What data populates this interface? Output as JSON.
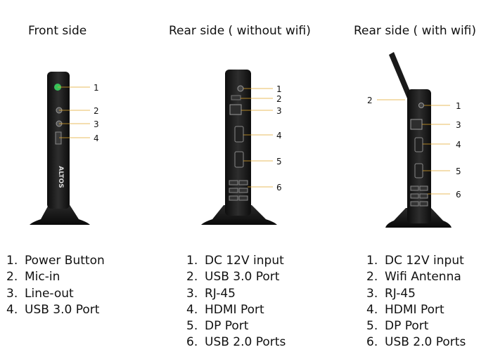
{
  "panels": [
    {
      "title": "Front side",
      "callouts": [
        "1",
        "2",
        "3",
        "4"
      ],
      "legend": [
        {
          "num": "1.",
          "label": "Power Button"
        },
        {
          "num": "2.",
          "label": "Mic-in"
        },
        {
          "num": "3.",
          "label": "Line-out"
        },
        {
          "num": "4.",
          "label": "USB 3.0 Port"
        }
      ]
    },
    {
      "title": "Rear side ( without wifi)",
      "callouts": [
        "1",
        "2",
        "3",
        "4",
        "5",
        "6"
      ],
      "legend": [
        {
          "num": "1.",
          "label": "DC 12V input"
        },
        {
          "num": "2.",
          "label": "USB 3.0 Port"
        },
        {
          "num": "3.",
          "label": "RJ-45"
        },
        {
          "num": "4.",
          "label": "HDMI Port"
        },
        {
          "num": "5.",
          "label": "DP Port"
        },
        {
          "num": "6.",
          "label": "USB 2.0 Ports"
        }
      ]
    },
    {
      "title": "Rear side ( with wifi)",
      "callouts": [
        "2",
        "1",
        "3",
        "4",
        "5",
        "6"
      ],
      "legend": [
        {
          "num": "1.",
          "label": "DC 12V input"
        },
        {
          "num": "2.",
          "label": "Wifi Antenna"
        },
        {
          "num": "3.",
          "label": "RJ-45"
        },
        {
          "num": "4.",
          "label": "HDMI Port"
        },
        {
          "num": "5.",
          "label": "DP Port"
        },
        {
          "num": "6.",
          "label": "USB 2.0 Ports"
        }
      ]
    }
  ],
  "brand_logo": "ALTOS",
  "colors": {
    "device_body": "#1c1c1c",
    "callout_line": "#e0a72c",
    "power_led": "#38c25a"
  }
}
